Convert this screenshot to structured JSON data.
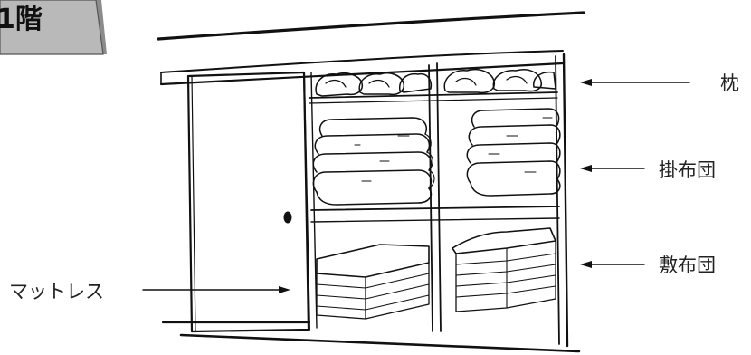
{
  "floor_tab": {
    "label": "1階"
  },
  "labels": {
    "pillow": "枕",
    "comforter": "掛布団",
    "futon": "敷布団",
    "mattress": "マットレス"
  },
  "colors": {
    "line": "#111111",
    "tab_fill": "#b9b9b9",
    "background": "#ffffff"
  }
}
